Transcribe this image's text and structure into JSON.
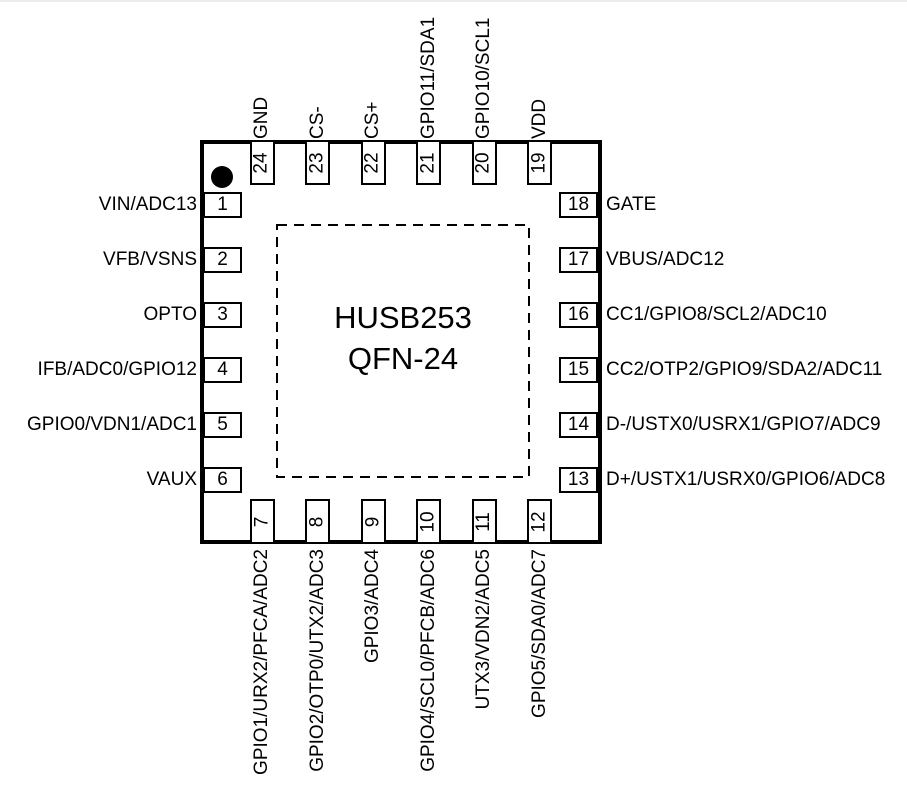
{
  "chip": {
    "name": "HUSB253",
    "package": "QFN-24"
  },
  "pins": {
    "top": [
      {
        "number": "24",
        "label": "GND"
      },
      {
        "number": "23",
        "label": "CS-"
      },
      {
        "number": "22",
        "label": "CS+"
      },
      {
        "number": "21",
        "label": "GPIO11/SDA1"
      },
      {
        "number": "20",
        "label": "GPIO10/SCL1"
      },
      {
        "number": "19",
        "label": "VDD"
      }
    ],
    "left": [
      {
        "number": "1",
        "label": "VIN/ADC13"
      },
      {
        "number": "2",
        "label": "VFB/VSNS"
      },
      {
        "number": "3",
        "label": "OPTO"
      },
      {
        "number": "4",
        "label": "IFB/ADC0/GPIO12"
      },
      {
        "number": "5",
        "label": "GPIO0/VDN1/ADC1"
      },
      {
        "number": "6",
        "label": "VAUX"
      }
    ],
    "right": [
      {
        "number": "18",
        "label": "GATE"
      },
      {
        "number": "17",
        "label": "VBUS/ADC12"
      },
      {
        "number": "16",
        "label": "CC1/GPIO8/SCL2/ADC10"
      },
      {
        "number": "15",
        "label": "CC2/OTP2/GPIO9/SDA2/ADC11"
      },
      {
        "number": "14",
        "label": "D-/USTX0/USRX1/GPIO7/ADC9"
      },
      {
        "number": "13",
        "label": "D+/USTX1/USRX0/GPIO6/ADC8"
      }
    ],
    "bottom": [
      {
        "number": "7",
        "label": "GPIO1/URX2/PFCA/ADC2"
      },
      {
        "number": "8",
        "label": "GPIO2/OTP0/UTX2/ADC3"
      },
      {
        "number": "9",
        "label": "GPIO3/ADC4"
      },
      {
        "number": "10",
        "label": "GPIO4/SCL0/PFCB/ADC6"
      },
      {
        "number": "11",
        "label": "UTX3/VDN2/ADC5"
      },
      {
        "number": "12",
        "label": "GPIO5/SDA0/ADC7"
      }
    ]
  },
  "markers": {
    "pin1_indicator": "filled-dot"
  },
  "colors": {
    "line": "#000000",
    "background": "#ffffff"
  }
}
